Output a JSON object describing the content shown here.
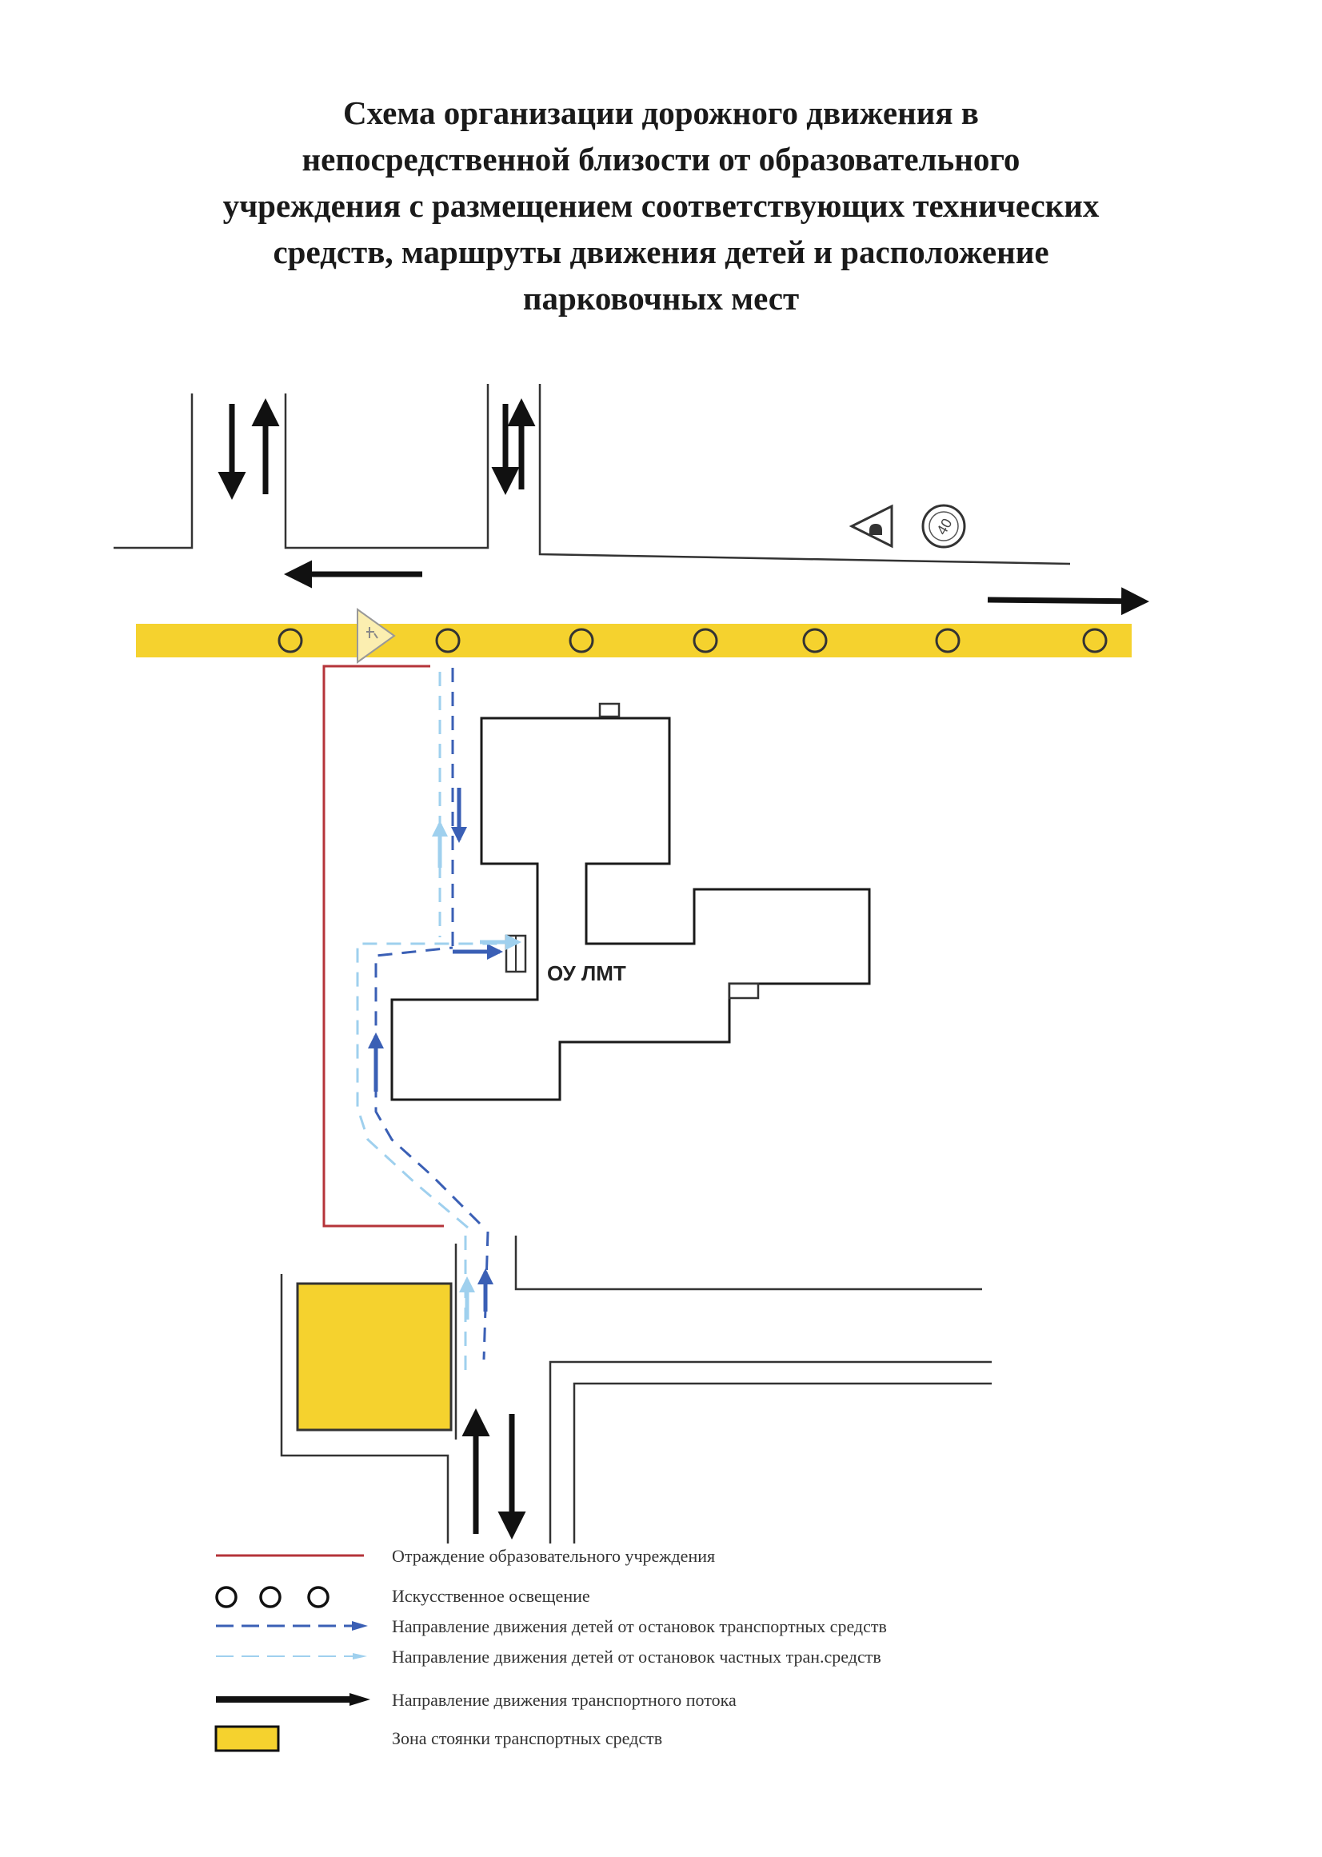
{
  "title": {
    "lines": [
      "Схема организации дорожного движения в",
      "непосредственной близости от образовательного",
      "учреждения с размещением соответствующих технических",
      "средств, маршруты движения детей  и расположение",
      "парковочных мест"
    ]
  },
  "building": {
    "label": "ОУ ЛМТ"
  },
  "colors": {
    "fence": "#b5343a",
    "lighting_strip": "#f5d22e",
    "parking": "#f5d22e",
    "route_public": "#3a5fb5",
    "route_private": "#9fd0ee",
    "traffic": "#111111"
  },
  "legend": [
    {
      "icon": "fence-line",
      "text": "Отраждение образовательного учреждения"
    },
    {
      "icon": "lighting-circles",
      "text": "Искусственное освещение"
    },
    {
      "icon": "dashed-blue-arrow",
      "text": "Направление движения детей от остановок транспортных средств"
    },
    {
      "icon": "dashed-lightblue-arrow",
      "text": "Направление движения детей от остановок частных тран.средств"
    },
    {
      "icon": "black-arrow",
      "text": "Направление движения транспортного потока"
    },
    {
      "icon": "parking-rect",
      "text": "Зона стоянки транспортных средств"
    }
  ]
}
